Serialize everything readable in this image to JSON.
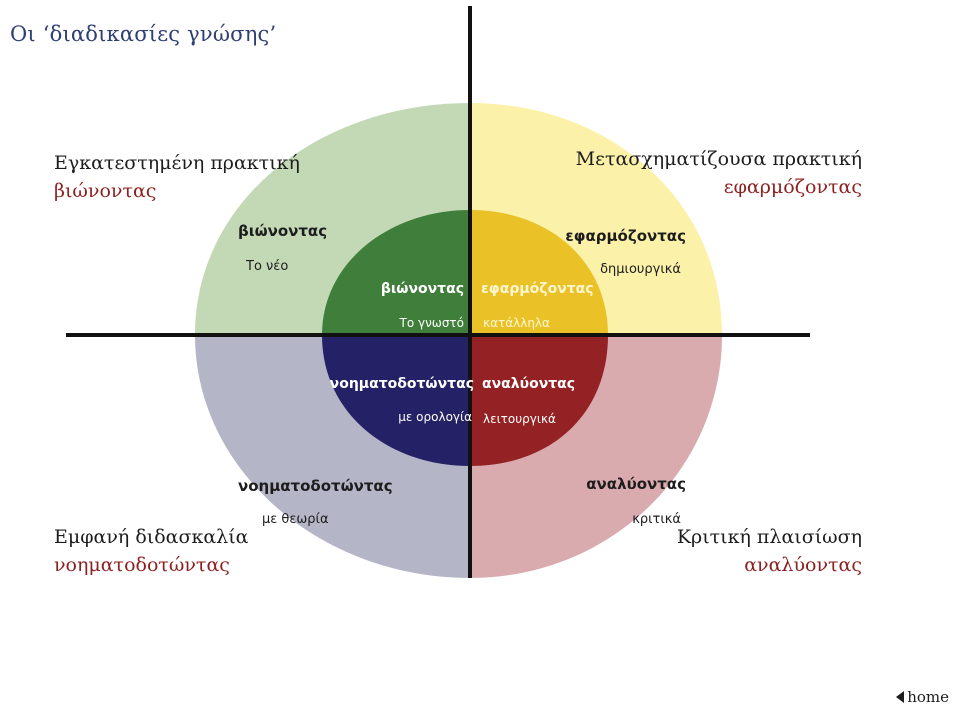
{
  "title": "Οι ‘διαδικασίες γνώσης’",
  "colors": {
    "outer_tl": "#c3d9b6",
    "outer_tr": "#fbf1a8",
    "outer_bl": "#b4b6c7",
    "outer_br": "#d9aaae",
    "inner_tl": "#3f7f3b",
    "inner_tr": "#eac227",
    "inner_bl": "#252166",
    "inner_br": "#942124",
    "axis": "#111111"
  },
  "quadrants": {
    "top_left": {
      "heading": "Εγκατεστημένη πρακτική",
      "heading_red": "βιώνοντας",
      "mid_label": "βιώνοντας",
      "mid_sub": "Το νέο",
      "inner_label": "βιώνοντας",
      "inner_sub": "Το γνωστό"
    },
    "top_right": {
      "heading": "Μετασχηματίζουσα πρακτική",
      "heading_red": "εφαρμόζοντας",
      "mid_label": "εφαρμόζοντας",
      "mid_sub": "δημιουργικά",
      "inner_label": "εφαρμόζοντας",
      "inner_sub": "κατάλληλα"
    },
    "bottom_left": {
      "heading": "Εμφανή διδασκαλία",
      "heading_red": "νοηματοδοτώντας",
      "mid_label": "νοηματοδοτώντας",
      "mid_sub": "με θεωρία",
      "inner_label": "νοηματοδοτώντας",
      "inner_sub": "με ορολογία"
    },
    "bottom_right": {
      "heading": "Κριτική πλαισίωση",
      "heading_red": "αναλύοντας",
      "mid_label": "αναλύοντας",
      "mid_sub": "κριτικά",
      "inner_label": "αναλύοντας",
      "inner_sub": "λειτουργικά"
    }
  },
  "nav": {
    "home_label": "home"
  }
}
